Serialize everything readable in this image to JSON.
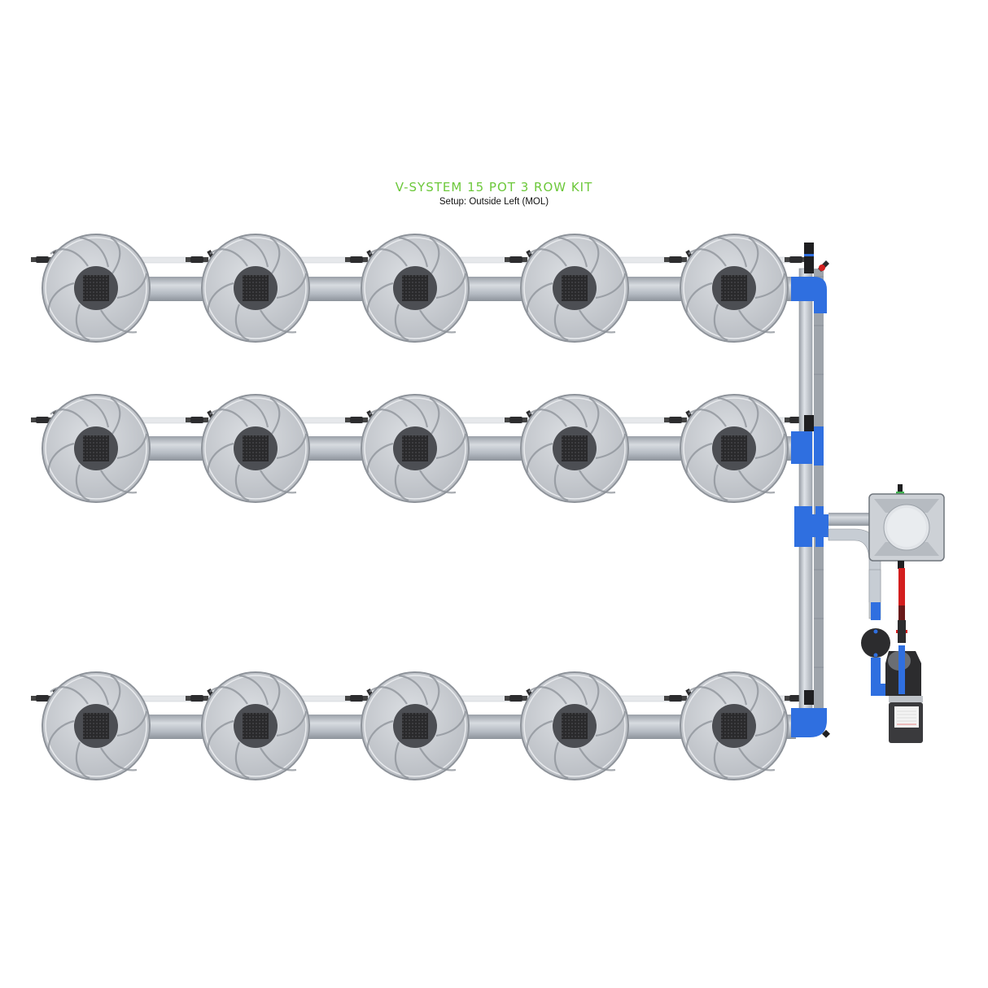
{
  "header": {
    "title": "V-SYSTEM 15 POT 3 ROW KIT",
    "subtitle": "Setup: Outside Left (MOL)"
  },
  "layout": {
    "rows": 3,
    "pots_per_row": 5,
    "total_pots": 15,
    "row_centers_y": [
      354,
      551,
      892
    ],
    "pot_centers_x": [
      118,
      314,
      510,
      706,
      902
    ],
    "pot_radius": 66
  },
  "components": {
    "pots": "15 pots",
    "manifold": "vertical supply/return manifold",
    "reservoir_tank": "square brain pot",
    "pump": "pump",
    "filter": "filter",
    "supply_line": "red supply line"
  },
  "colors": {
    "title_green": "#6cc83a",
    "pot_grey": "#c9ccd1",
    "pipe_grey": "#b9bec5",
    "fitting_blue": "#2f6fe0",
    "supply_red": "#d41f1f",
    "dark": "#2c2c2e"
  }
}
